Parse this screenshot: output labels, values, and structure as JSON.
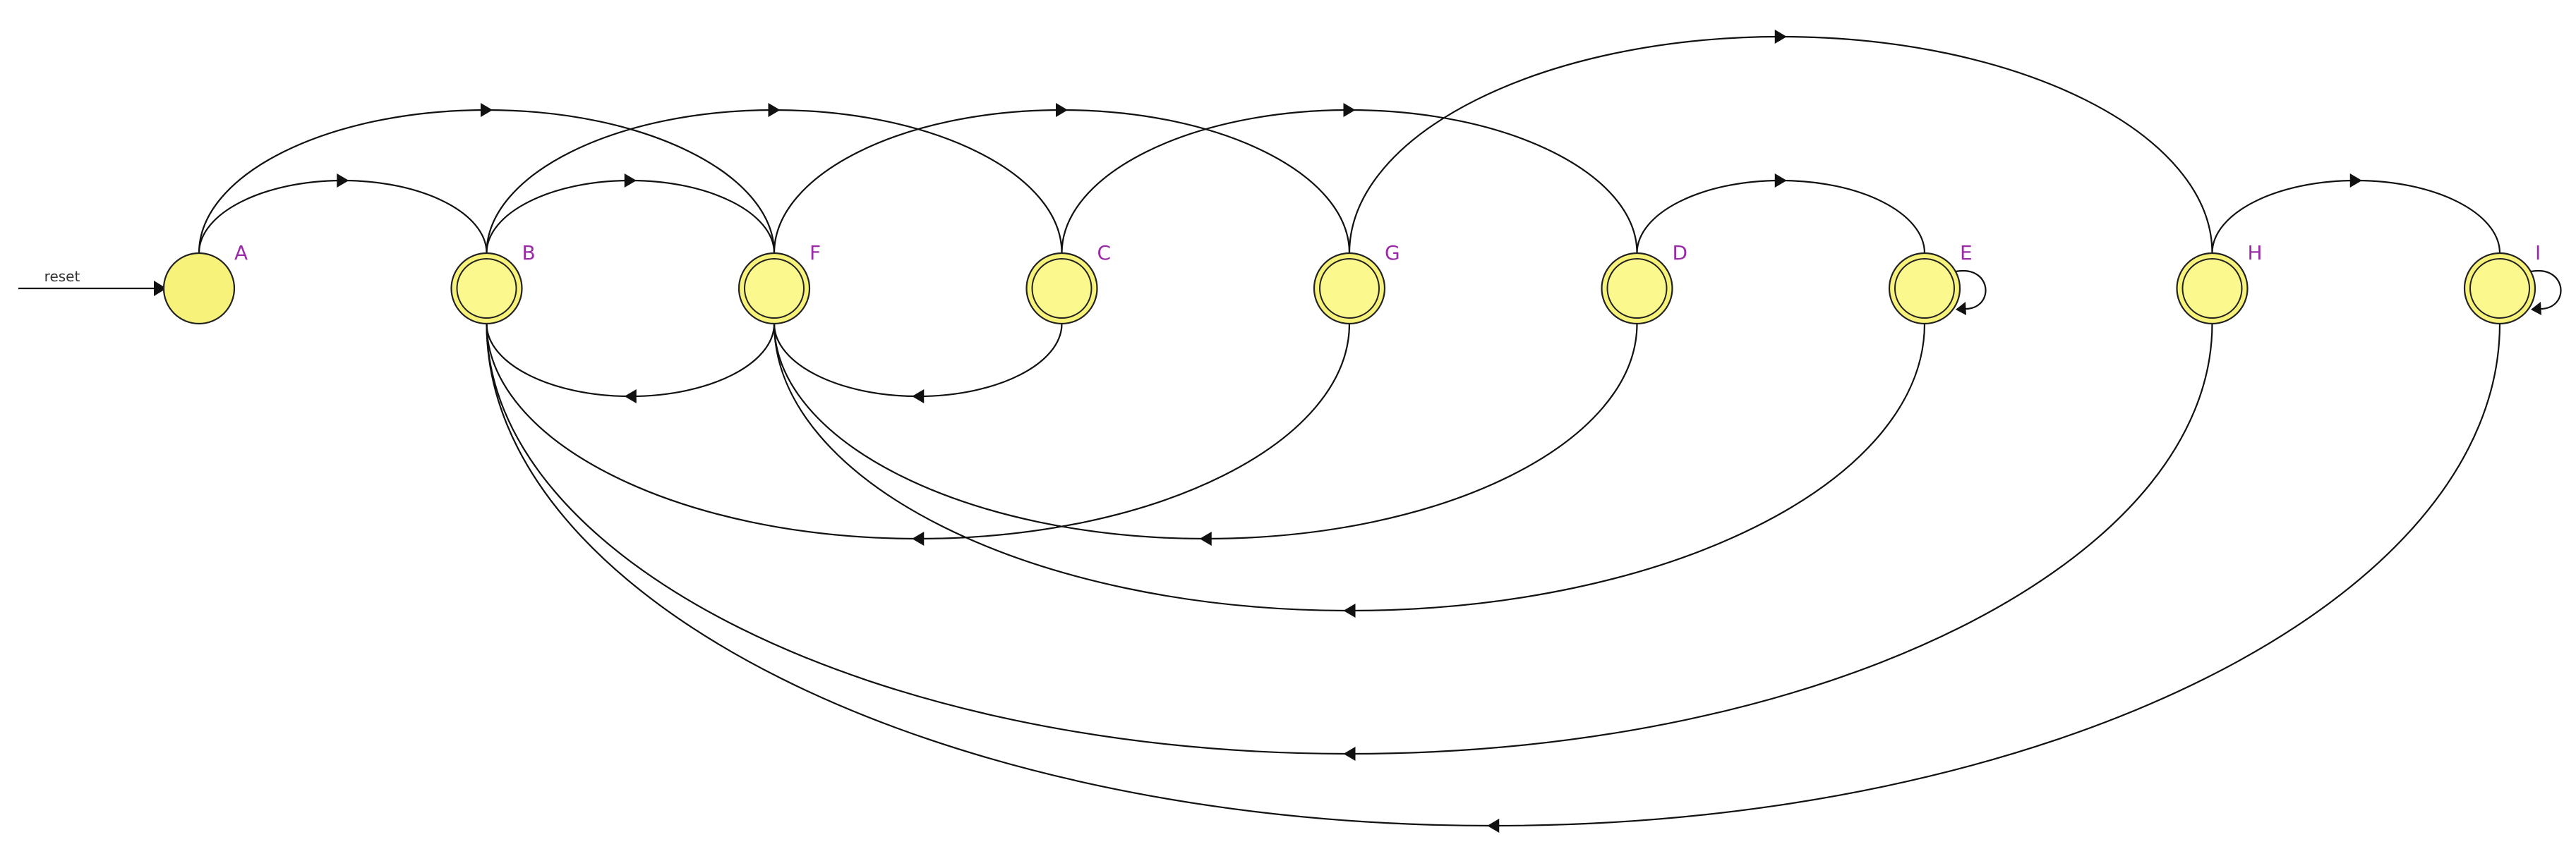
{
  "reset_label": "reset",
  "initial_state": "A",
  "colors": {
    "state_fill": "#f7f27a",
    "state_stroke": "#222222",
    "label": "#9b2aa8",
    "edge": "#111111"
  },
  "states": [
    {
      "id": "A",
      "label": "A",
      "accepting": false
    },
    {
      "id": "B",
      "label": "B",
      "accepting": true
    },
    {
      "id": "F",
      "label": "F",
      "accepting": true
    },
    {
      "id": "C",
      "label": "C",
      "accepting": true
    },
    {
      "id": "G",
      "label": "G",
      "accepting": true
    },
    {
      "id": "D",
      "label": "D",
      "accepting": true
    },
    {
      "id": "E",
      "label": "E",
      "accepting": true
    },
    {
      "id": "H",
      "label": "H",
      "accepting": true
    },
    {
      "id": "I",
      "label": "I",
      "accepting": true
    }
  ],
  "transitions": [
    {
      "from": "A",
      "to": "B"
    },
    {
      "from": "A",
      "to": "F"
    },
    {
      "from": "B",
      "to": "F"
    },
    {
      "from": "B",
      "to": "C"
    },
    {
      "from": "F",
      "to": "G"
    },
    {
      "from": "C",
      "to": "D"
    },
    {
      "from": "G",
      "to": "H"
    },
    {
      "from": "D",
      "to": "E"
    },
    {
      "from": "H",
      "to": "I"
    },
    {
      "from": "F",
      "to": "B"
    },
    {
      "from": "C",
      "to": "F"
    },
    {
      "from": "G",
      "to": "B"
    },
    {
      "from": "D",
      "to": "F"
    },
    {
      "from": "E",
      "to": "F"
    },
    {
      "from": "H",
      "to": "B"
    },
    {
      "from": "I",
      "to": "B"
    },
    {
      "from": "E",
      "to": "E"
    },
    {
      "from": "I",
      "to": "I"
    }
  ]
}
